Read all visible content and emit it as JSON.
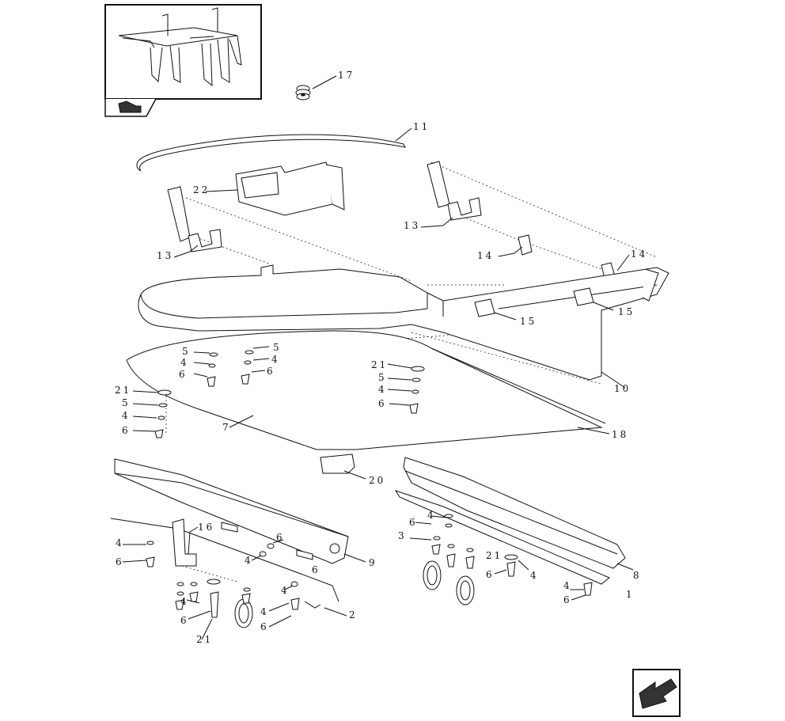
{
  "callouts": [
    {
      "id": "c17",
      "text": "17"
    },
    {
      "id": "c11",
      "text": "11"
    },
    {
      "id": "c22",
      "text": "22"
    },
    {
      "id": "c13a",
      "text": "13"
    },
    {
      "id": "c13b",
      "text": "13"
    },
    {
      "id": "c14a",
      "text": "14"
    },
    {
      "id": "c14b",
      "text": "14"
    },
    {
      "id": "c15a",
      "text": "15"
    },
    {
      "id": "c15b",
      "text": "15"
    },
    {
      "id": "c10",
      "text": "10"
    },
    {
      "id": "c18",
      "text": "18"
    },
    {
      "id": "c7",
      "text": "7"
    },
    {
      "id": "c20",
      "text": "20"
    },
    {
      "id": "c9",
      "text": "9"
    },
    {
      "id": "c8",
      "text": "8"
    },
    {
      "id": "c1",
      "text": "1"
    },
    {
      "id": "c2",
      "text": "2"
    },
    {
      "id": "c3",
      "text": "3"
    },
    {
      "id": "c16",
      "text": "16"
    },
    {
      "id": "c21a",
      "text": "21"
    },
    {
      "id": "c21b",
      "text": "21"
    },
    {
      "id": "c21c",
      "text": "21"
    },
    {
      "id": "c21d",
      "text": "21"
    },
    {
      "id": "c5a",
      "text": "5"
    },
    {
      "id": "c4a",
      "text": "4"
    },
    {
      "id": "c6a",
      "text": "6"
    },
    {
      "id": "c5b",
      "text": "5"
    },
    {
      "id": "c4b",
      "text": "4"
    },
    {
      "id": "c6b",
      "text": "6"
    },
    {
      "id": "c5c",
      "text": "5"
    },
    {
      "id": "c4c",
      "text": "4"
    },
    {
      "id": "c6c",
      "text": "6"
    },
    {
      "id": "c5d",
      "text": "5"
    },
    {
      "id": "c4d",
      "text": "4"
    },
    {
      "id": "c6d",
      "text": "6"
    },
    {
      "id": "c4e",
      "text": "4"
    },
    {
      "id": "c6e",
      "text": "6"
    },
    {
      "id": "c6f",
      "text": "6"
    },
    {
      "id": "c4f",
      "text": "4"
    },
    {
      "id": "c6g",
      "text": "6"
    },
    {
      "id": "c4g",
      "text": "4"
    },
    {
      "id": "c4h",
      "text": "4"
    },
    {
      "id": "c6h",
      "text": "6"
    },
    {
      "id": "c4i",
      "text": "4"
    },
    {
      "id": "c6i",
      "text": "6"
    },
    {
      "id": "c4j",
      "text": "4"
    },
    {
      "id": "c6j",
      "text": "6"
    },
    {
      "id": "c4k",
      "text": "4"
    },
    {
      "id": "c6k",
      "text": "6"
    },
    {
      "id": "c4l",
      "text": "4"
    },
    {
      "id": "c6l",
      "text": "6"
    }
  ]
}
